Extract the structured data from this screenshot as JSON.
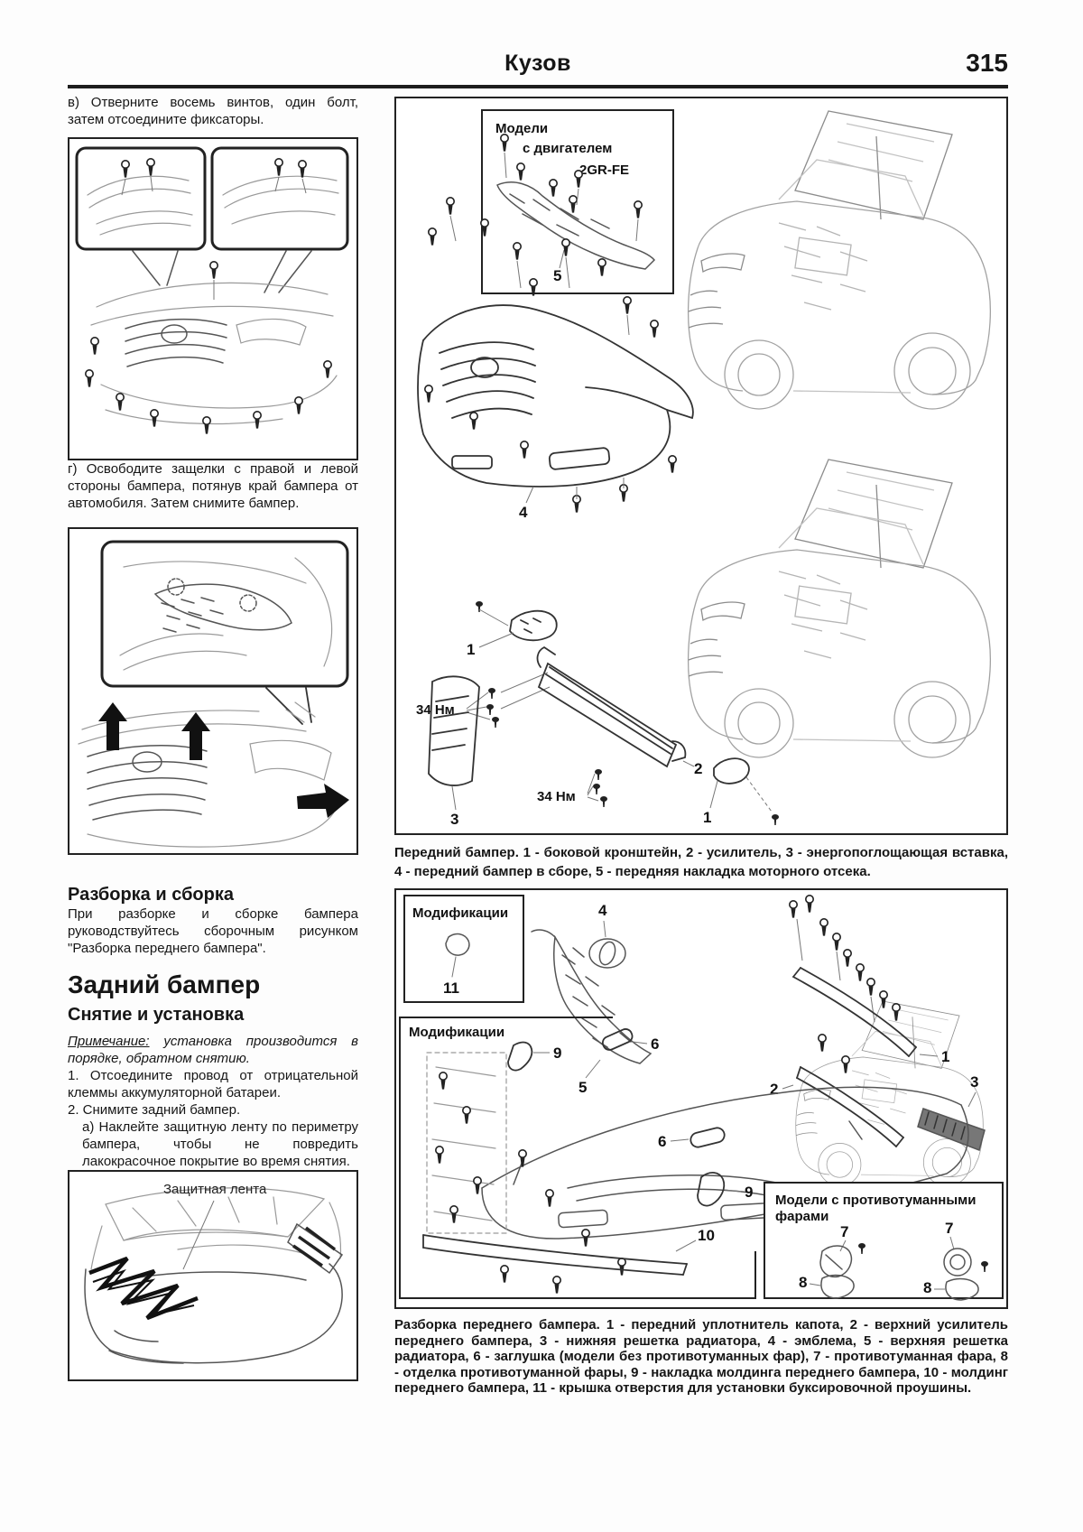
{
  "page": {
    "title": "Кузов",
    "number": "315"
  },
  "left": {
    "step_v": "в) Отверните восемь винтов, один болт, затем отсоедините фиксаторы.",
    "step_g": "г) Освободите защелки с правой и левой стороны бампера, потянув край бампера от автомобиля. Затем снимите бампер.",
    "disassembly_title": "Разборка и сборка",
    "disassembly_text": "При разборке и сборке бампера руководствуйтесь сборочным рисунком \"Разборка переднего бампера\".",
    "rear_title": "Задний бампер",
    "rear_subtitle": "Снятие и установка",
    "note_label": "Примечание:",
    "note_text": " установка производится в порядке, обратном снятию.",
    "step_1": "1. Отсоедините провод от отрицательной клеммы аккумуляторной батареи.",
    "step_2": "2. Снимите задний бампер.",
    "step_2a": "а) Наклейте защитную ленту по периметру бампера, чтобы не повредить лакокрасочное покрытие во время снятия.",
    "tape_label": "Защитная лента"
  },
  "fig1": {
    "inset_line1": "Модели",
    "inset_line2": "с двигателем",
    "inset_line3": "2GR-FE",
    "torque": "34 Нм",
    "n1": "1",
    "n2": "2",
    "n3": "3",
    "n4": "4",
    "n5": "5"
  },
  "caption1": "Передний бампер. 1 - боковой кронштейн, 2 - усилитель, 3 - энергопоглощающая вставка, 4 - передний бампер в сборе, 5 - передняя накладка моторного отсека.",
  "fig2": {
    "inset1": "Модификации",
    "inset2": "Модификации",
    "fog_line1": "Модели с противотуманными",
    "fog_line2": "фарами",
    "n1": "1",
    "n2": "2",
    "n3": "3",
    "n4": "4",
    "n5": "5",
    "n6": "6",
    "n7": "7",
    "n8": "8",
    "n9": "9",
    "n10": "10",
    "n11": "11"
  },
  "caption2": "Разборка переднего бампера. 1 - передний уплотнитель капота, 2 - верхний усилитель переднего бампера, 3 - нижняя решетка радиатора, 4 - эмблема, 5 - верхняя решетка радиатора, 6 - заглушка (модели без противотуманных фар), 7 - противотуманная фара, 8 - отделка противотуманной фары, 9 - накладка молдинга переднего бампера, 10 - молдинг переднего бампера, 11 - крышка отверстия для установки буксировочной проушины."
}
